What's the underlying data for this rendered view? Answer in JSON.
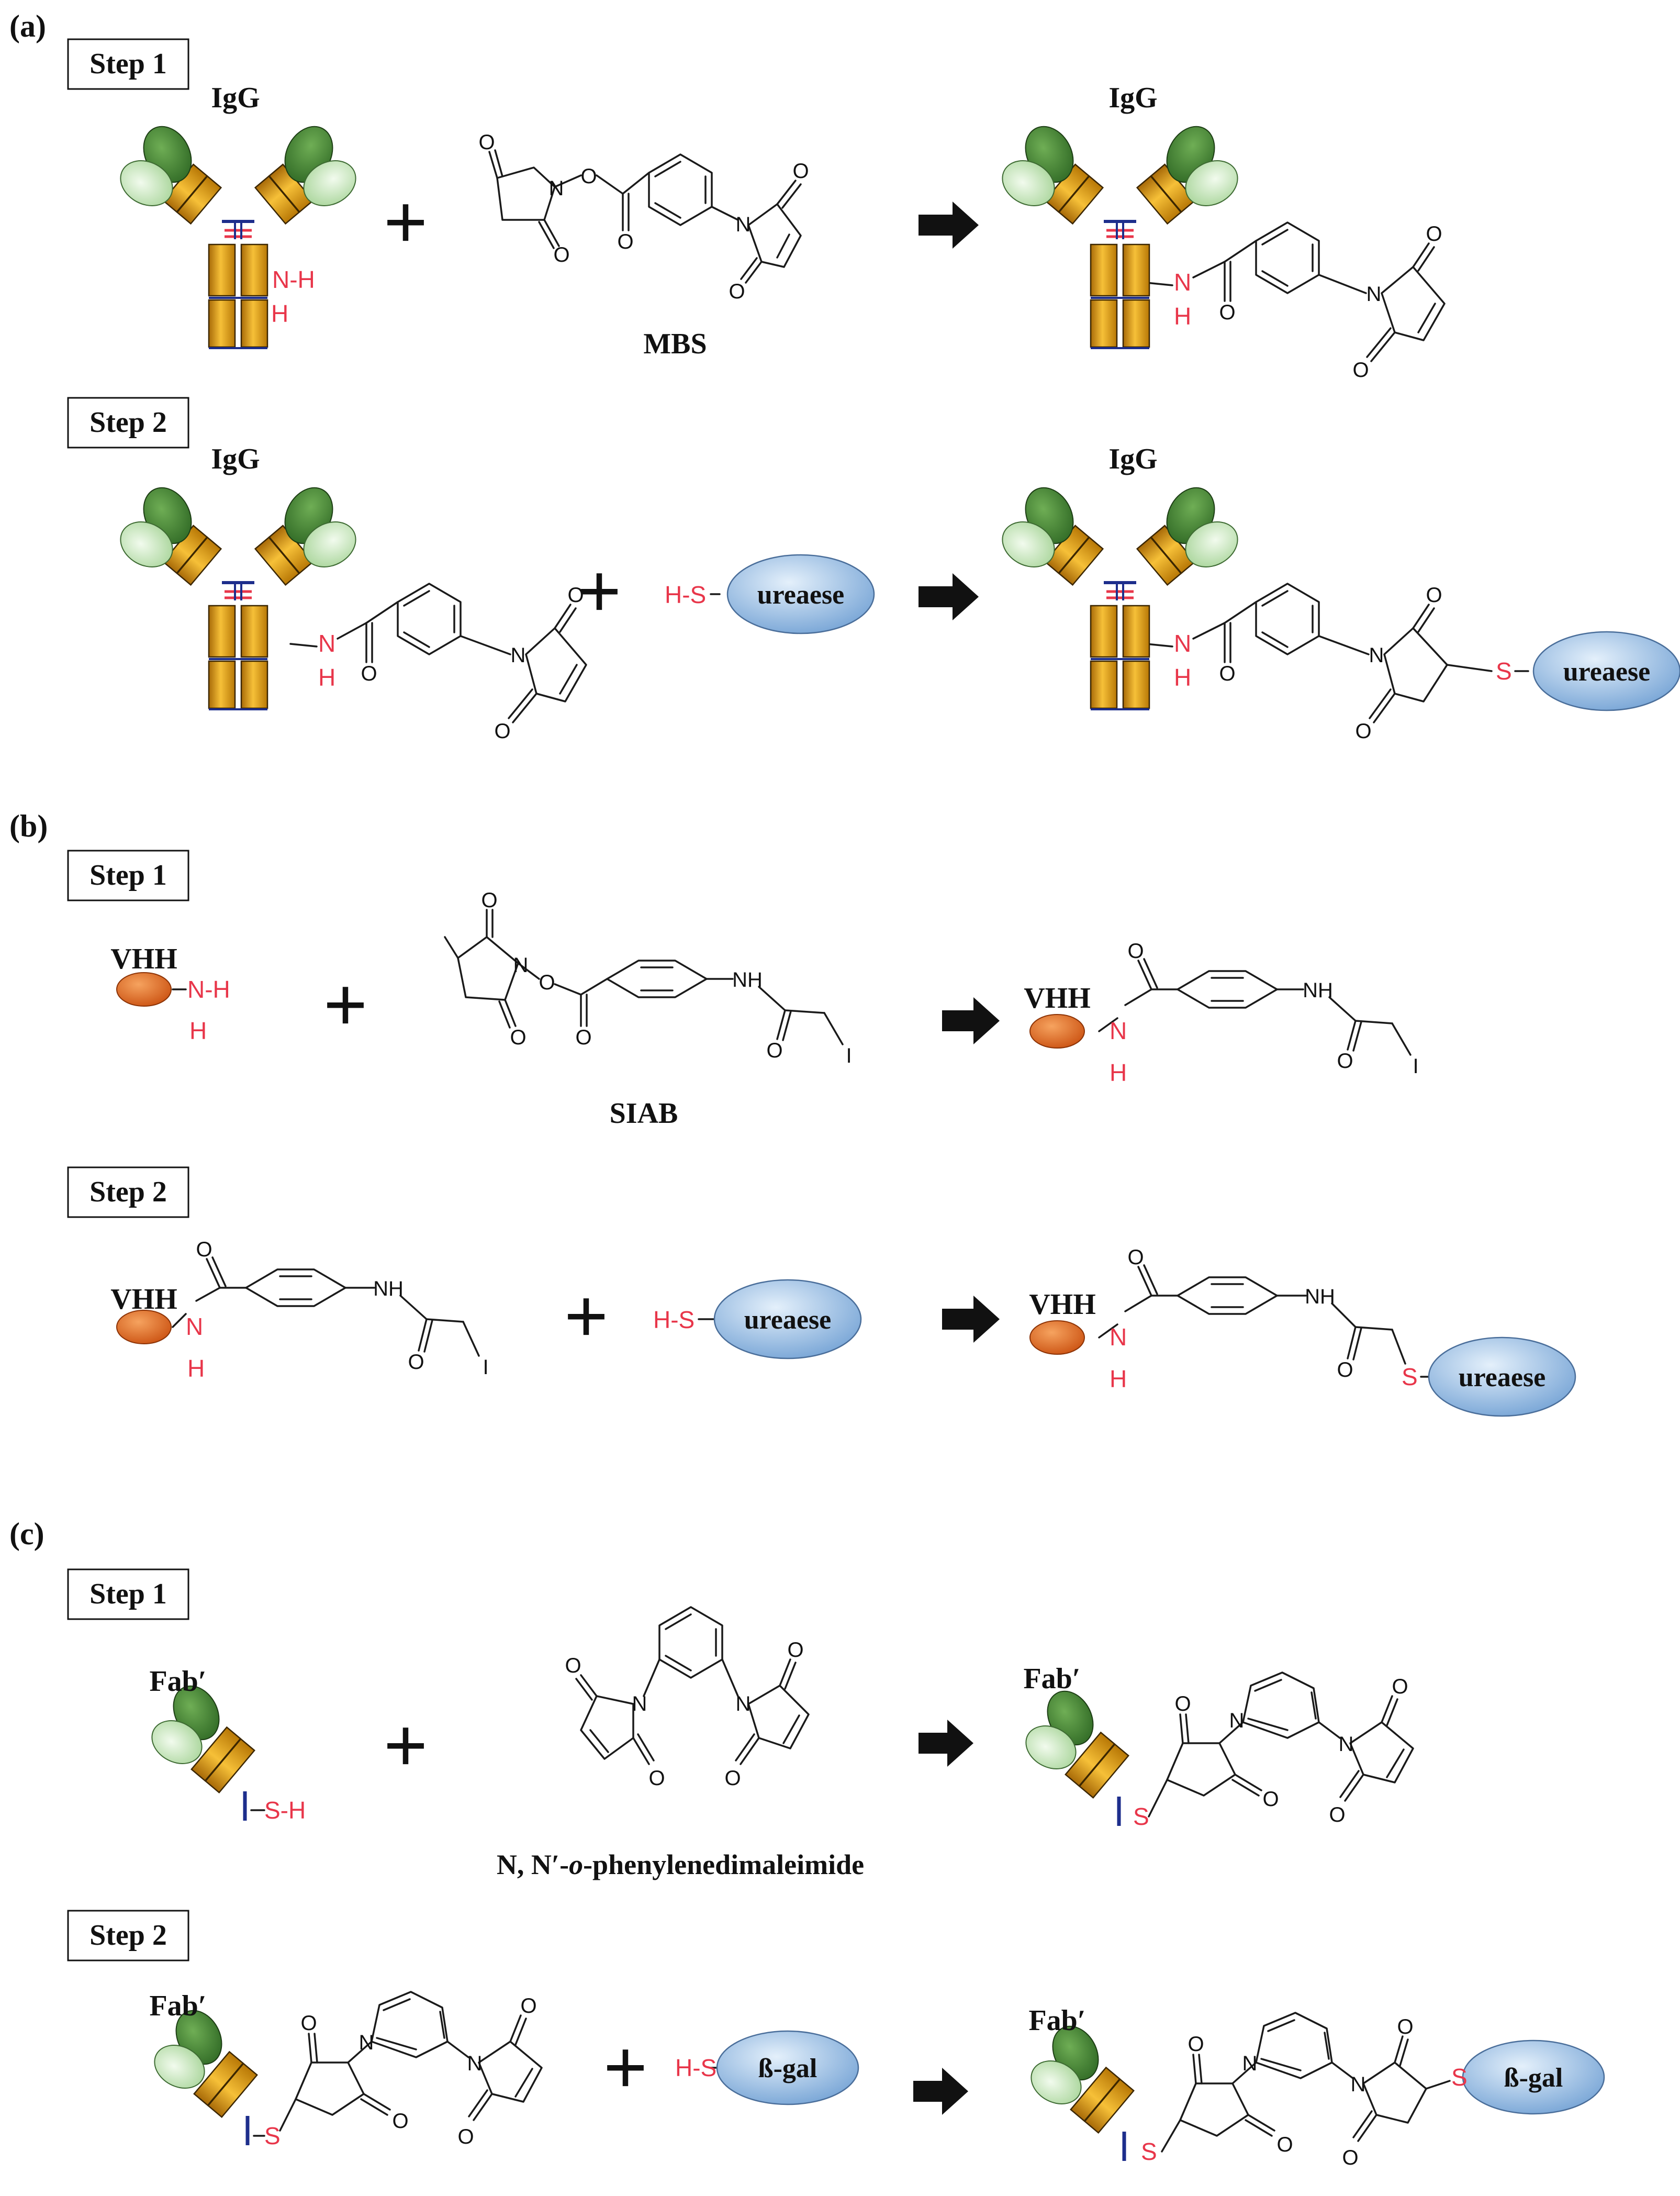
{
  "panels": {
    "a": {
      "label": "(a)",
      "step1": {
        "label": "Step 1",
        "antibody_label": "IgG",
        "amine_n": "N-H",
        "amine_h": "H",
        "reagent_name": "MBS",
        "product_antibody_label": "IgG",
        "product_n": "N",
        "product_h": "H"
      },
      "step2": {
        "label": "Step 2",
        "antibody_label": "IgG",
        "reactant_n": "N",
        "reactant_h": "H",
        "thiol": "H-S",
        "enzyme": "ureaese",
        "product_antibody_label": "IgG",
        "product_n": "N",
        "product_h": "H",
        "product_s": "S",
        "product_enzyme": "ureaese"
      }
    },
    "b": {
      "label": "(b)",
      "step1": {
        "label": "Step 1",
        "antibody_label": "VHH",
        "amine_n": "N-H",
        "amine_h": "H",
        "reagent_name": "SIAB",
        "reagent_nh": "NH",
        "reagent_i": "I",
        "product_antibody_label": "VHH",
        "product_n": "N",
        "product_h": "H",
        "product_nh": "NH",
        "product_i": "I"
      },
      "step2": {
        "label": "Step 2",
        "antibody_label": "VHH",
        "reactant_n": "N",
        "reactant_h": "H",
        "reactant_nh": "NH",
        "reactant_i": "I",
        "thiol": "H-S",
        "enzyme": "ureaese",
        "product_antibody_label": "VHH",
        "product_n": "N",
        "product_h": "H",
        "product_nh": "NH",
        "product_s": "S",
        "product_enzyme": "ureaese"
      }
    },
    "c": {
      "label": "(c)",
      "step1": {
        "label": "Step 1",
        "antibody_label": "Fab′",
        "thiol_group": "S-H",
        "reagent_name_prefix": "N, N′-",
        "reagent_name_italic": "o",
        "reagent_name_suffix": "-phenylenedimaleimide",
        "product_antibody_label": "Fab′",
        "product_s": "S"
      },
      "step2": {
        "label": "Step 2",
        "antibody_label": "Fab′",
        "reactant_s": "S",
        "thiol": "H-S",
        "enzyme": "ß-gal",
        "product_antibody_label": "Fab′",
        "product_s": "S",
        "product_s2": "S",
        "product_enzyme": "ß-gal"
      }
    }
  },
  "atoms": {
    "oxygen": "O",
    "nitrogen": "N"
  },
  "symbols": {
    "plus": "+"
  },
  "colors": {
    "heteroatom_red": "#e8364a",
    "bond_black": "#1a1a1a",
    "gold": "#e7a214",
    "dark_green": "#3c7a2e",
    "light_green": "#c2e4b6",
    "vhh_orange": "#e0641f",
    "enzyme_blue": "#8fb8e2",
    "hinge_blue": "#1d2e8c"
  }
}
